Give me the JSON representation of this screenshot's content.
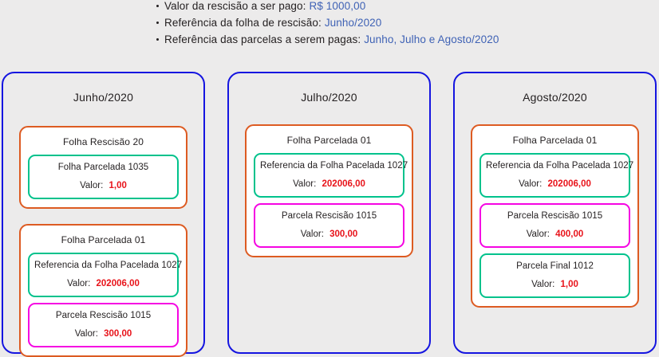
{
  "notes": [
    {
      "label": "Valor da rescisão a ser pago:",
      "value": "R$ 1000,00"
    },
    {
      "label": "Referência da folha de rescisão:",
      "value": "Junho/2020"
    },
    {
      "label": "Referência das parcelas a serem pagas:",
      "value": "Junho, Julho e Agosto/2020"
    }
  ],
  "value_label": "Valor:",
  "colors": {
    "background": "#ecebeb",
    "panel_border": "#1515e0",
    "group_border": "#dd5b22",
    "teal_border": "#00c28c",
    "magenta_border": "#f505e2",
    "amount_text": "#e8131a",
    "link_text": "#3f62b5"
  },
  "columns": [
    {
      "title": "Junho/2020",
      "groups": [
        {
          "title": "Folha Rescisão 20",
          "items": [
            {
              "title": "Folha Parcelada 1035",
              "amount": "1,00",
              "accent": "teal"
            }
          ]
        },
        {
          "title": "Folha Parcelada 01",
          "items": [
            {
              "title": "Referencia da Folha Pacelada 1027",
              "amount": "202006,00",
              "accent": "teal"
            },
            {
              "title": "Parcela Rescisão 1015",
              "amount": "300,00",
              "accent": "magenta"
            }
          ]
        }
      ]
    },
    {
      "title": "Julho/2020",
      "groups": [
        {
          "title": "Folha Parcelada 01",
          "items": [
            {
              "title": "Referencia da Folha Pacelada 1027",
              "amount": "202006,00",
              "accent": "teal"
            },
            {
              "title": "Parcela Rescisão 1015",
              "amount": "300,00",
              "accent": "magenta"
            }
          ]
        }
      ]
    },
    {
      "title": "Agosto/2020",
      "groups": [
        {
          "title": "Folha Parcelada 01",
          "items": [
            {
              "title": "Referencia da Folha Pacelada 1027",
              "amount": "202006,00",
              "accent": "teal"
            },
            {
              "title": "Parcela Rescisão 1015",
              "amount": "400,00",
              "accent": "magenta"
            },
            {
              "title": "Parcela Final 1012",
              "amount": "1,00",
              "accent": "teal"
            }
          ]
        }
      ]
    }
  ]
}
